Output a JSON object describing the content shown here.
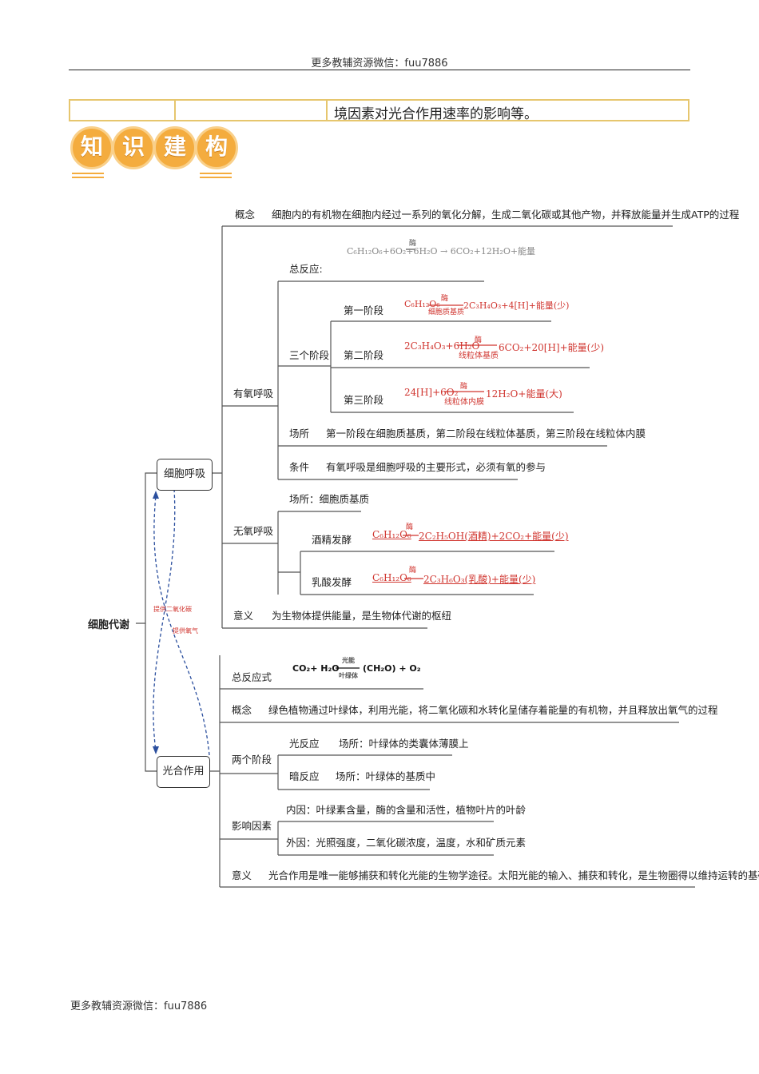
{
  "header": {
    "text": "更多教辅资源微信：fuu7886"
  },
  "footer": {
    "text": "更多教辅资源微信：fuu7886"
  },
  "top_table": {
    "text": "境因素对光合作用速率的影响等。"
  },
  "badge": {
    "chars": [
      "知",
      "识",
      "建",
      "构"
    ]
  },
  "root": "细胞代谢",
  "resp": {
    "title": "细胞呼吸",
    "concept_label": "概念",
    "concept_text": "细胞内的有机物在细胞内经过一系列的氧化分解，生成二氧化碳或其他产物，并释放能量并生成ATP的过程",
    "aerobic": {
      "title": "有氧呼吸",
      "total_label": "总反应:",
      "total_eq": "C₆H₁₂O₆+6O₂+6H₂O → 6CO₂+12H₂O+能量",
      "total_enzyme": "酶",
      "three_stages_label": "三个阶段",
      "stage1_label": "第一阶段",
      "stage1_eq_left": "C₆H₁₂O₆",
      "stage1_eq_right": "2C₃H₄O₃+4[H]+能量(少)",
      "stage1_top": "酶",
      "stage1_bottom": "细胞质基质",
      "stage2_label": "第二阶段",
      "stage2_eq_left": "2C₃H₄O₃+6H₂O",
      "stage2_eq_right": "6CO₂+20[H]+能量(少)",
      "stage2_top": "酶",
      "stage2_bottom": "线粒体基质",
      "stage3_label": "第三阶段",
      "stage3_eq_left": "24[H]+6O₂",
      "stage3_eq_right": "12H₂O+能量(大)",
      "stage3_top": "酶",
      "stage3_bottom": "线粒体内膜",
      "place_label": "场所",
      "place_text": "第一阶段在细胞质基质，第二阶段在线粒体基质，第三阶段在线粒体内膜",
      "condition_label": "条件",
      "condition_text": "有氧呼吸是细胞呼吸的主要形式，必须有氧的参与"
    },
    "anaerobic": {
      "title": "无氧呼吸",
      "place_text": "场所：细胞质基质",
      "alcohol_label": "酒精发酵",
      "alcohol_left": "C₆H₁₂O₆",
      "alcohol_right": "2C₂H₅OH(酒精)+2CO₂+能量(少)",
      "alcohol_top": "酶",
      "lactic_label": "乳酸发酵",
      "lactic_left": "C₆H₁₂O₆",
      "lactic_right": "2C₃H₆O₃(乳酸)+能量(少)",
      "lactic_top": "酶"
    },
    "meaning_label": "意义",
    "meaning_text": "为生物体提供能量，是生物体代谢的枢纽"
  },
  "links": {
    "co2": "提供二氧化碳",
    "o2": "提供氧气"
  },
  "photo": {
    "title": "光合作用",
    "total_label": "总反应式",
    "total_left": "CO₂+ H₂O",
    "total_right": "(CH₂O) + O₂",
    "total_top": "光能",
    "total_bottom": "叶绿体",
    "concept_label": "概念",
    "concept_text": "绿色植物通过叶绿体，利用光能，将二氧化碳和水转化呈储存着能量的有机物，并且释放出氧气的过程",
    "stages_label": "两个阶段",
    "light_label": "光反应",
    "light_text": "场所：叶绿体的类囊体薄膜上",
    "dark_label": "暗反应",
    "dark_text": "场所：叶绿体的基质中",
    "factors_label": "影响因素",
    "inner_text": "内因：叶绿素含量，酶的含量和活性，植物叶片的叶龄",
    "outer_text": "外因：光照强度，二氧化碳浓度，温度，水和矿质元素",
    "meaning_label": "意义",
    "meaning_text": "光合作用是唯一能够捕获和转化光能的生物学途径。太阳光能的输入、捕获和转化，是生物圈得以维持运转的基础"
  },
  "colors": {
    "accent": "#f4ac3e",
    "border": "#e6c66e",
    "formula": "#d0352f",
    "arrow": "#2b4f9e"
  }
}
